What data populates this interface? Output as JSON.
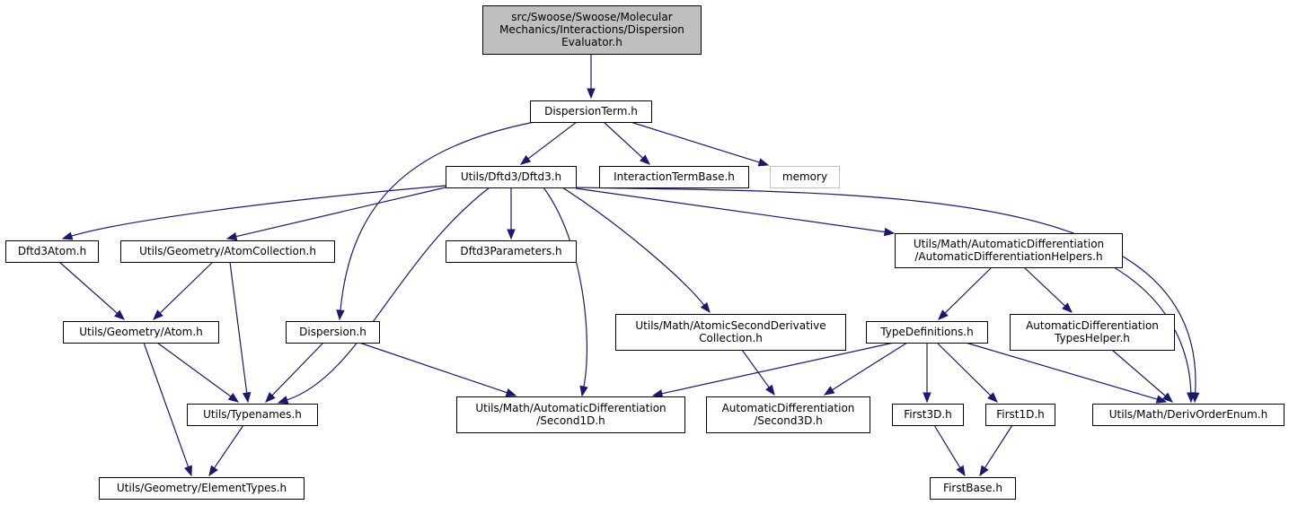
{
  "graph": {
    "nodes": [
      {
        "id": "root",
        "lines": [
          "src/Swoose/Swoose/Molecular",
          "Mechanics/Interactions/Dispersion",
          "Evaluator.h"
        ],
        "style": "root"
      },
      {
        "id": "dispersion_term",
        "lines": [
          "DispersionTerm.h"
        ],
        "style": "normal"
      },
      {
        "id": "dftd3",
        "lines": [
          "Utils/Dftd3/Dftd3.h"
        ],
        "style": "normal"
      },
      {
        "id": "interaction_term_base",
        "lines": [
          "InteractionTermBase.h"
        ],
        "style": "normal"
      },
      {
        "id": "memory",
        "lines": [
          "memory"
        ],
        "style": "external"
      },
      {
        "id": "dftd3_atom",
        "lines": [
          "Dftd3Atom.h"
        ],
        "style": "normal"
      },
      {
        "id": "atom_collection",
        "lines": [
          "Utils/Geometry/AtomCollection.h"
        ],
        "style": "normal"
      },
      {
        "id": "dftd3_parameters",
        "lines": [
          "Dftd3Parameters.h"
        ],
        "style": "normal"
      },
      {
        "id": "ad_helpers",
        "lines": [
          "Utils/Math/AutomaticDifferentiation",
          "/AutomaticDifferentiationHelpers.h"
        ],
        "style": "normal"
      },
      {
        "id": "atom",
        "lines": [
          "Utils/Geometry/Atom.h"
        ],
        "style": "normal"
      },
      {
        "id": "dispersion",
        "lines": [
          "Dispersion.h"
        ],
        "style": "normal"
      },
      {
        "id": "atomic_second_derivative",
        "lines": [
          "Utils/Math/AtomicSecondDerivative",
          "Collection.h"
        ],
        "style": "normal"
      },
      {
        "id": "type_definitions",
        "lines": [
          "TypeDefinitions.h"
        ],
        "style": "normal"
      },
      {
        "id": "ad_types_helper",
        "lines": [
          "AutomaticDifferentiation",
          "TypesHelper.h"
        ],
        "style": "normal"
      },
      {
        "id": "typenames",
        "lines": [
          "Utils/Typenames.h"
        ],
        "style": "normal"
      },
      {
        "id": "second1d",
        "lines": [
          "Utils/Math/AutomaticDifferentiation",
          "/Second1D.h"
        ],
        "style": "normal"
      },
      {
        "id": "second3d",
        "lines": [
          "AutomaticDifferentiation",
          "/Second3D.h"
        ],
        "style": "normal"
      },
      {
        "id": "first3d",
        "lines": [
          "First3D.h"
        ],
        "style": "normal"
      },
      {
        "id": "first1d",
        "lines": [
          "First1D.h"
        ],
        "style": "normal"
      },
      {
        "id": "deriv_order_enum",
        "lines": [
          "Utils/Math/DerivOrderEnum.h"
        ],
        "style": "normal"
      },
      {
        "id": "element_types",
        "lines": [
          "Utils/Geometry/ElementTypes.h"
        ],
        "style": "normal"
      },
      {
        "id": "first_base",
        "lines": [
          "FirstBase.h"
        ],
        "style": "normal"
      }
    ],
    "edges": [
      {
        "from": "root",
        "to": "dispersion_term"
      },
      {
        "from": "dispersion_term",
        "to": "dftd3"
      },
      {
        "from": "dispersion_term",
        "to": "interaction_term_base"
      },
      {
        "from": "dispersion_term",
        "to": "memory"
      },
      {
        "from": "dispersion_term",
        "to": "dispersion"
      },
      {
        "from": "dftd3",
        "to": "dftd3_atom"
      },
      {
        "from": "dftd3",
        "to": "atom_collection"
      },
      {
        "from": "dftd3",
        "to": "dftd3_parameters"
      },
      {
        "from": "dftd3",
        "to": "ad_helpers"
      },
      {
        "from": "dftd3",
        "to": "atomic_second_derivative"
      },
      {
        "from": "dftd3",
        "to": "typenames"
      },
      {
        "from": "dftd3",
        "to": "second1d"
      },
      {
        "from": "dftd3",
        "to": "deriv_order_enum"
      },
      {
        "from": "dftd3_atom",
        "to": "atom"
      },
      {
        "from": "atom_collection",
        "to": "atom"
      },
      {
        "from": "atom_collection",
        "to": "typenames"
      },
      {
        "from": "atom",
        "to": "typenames"
      },
      {
        "from": "atom",
        "to": "element_types"
      },
      {
        "from": "dispersion",
        "to": "typenames"
      },
      {
        "from": "dispersion",
        "to": "second1d"
      },
      {
        "from": "typenames",
        "to": "element_types"
      },
      {
        "from": "ad_helpers",
        "to": "type_definitions"
      },
      {
        "from": "ad_helpers",
        "to": "ad_types_helper"
      },
      {
        "from": "ad_helpers",
        "to": "deriv_order_enum"
      },
      {
        "from": "atomic_second_derivative",
        "to": "second3d"
      },
      {
        "from": "type_definitions",
        "to": "second1d"
      },
      {
        "from": "type_definitions",
        "to": "second3d"
      },
      {
        "from": "type_definitions",
        "to": "first3d"
      },
      {
        "from": "type_definitions",
        "to": "first1d"
      },
      {
        "from": "type_definitions",
        "to": "deriv_order_enum"
      },
      {
        "from": "ad_types_helper",
        "to": "deriv_order_enum"
      },
      {
        "from": "first3d",
        "to": "first_base"
      },
      {
        "from": "first1d",
        "to": "first_base"
      }
    ]
  }
}
